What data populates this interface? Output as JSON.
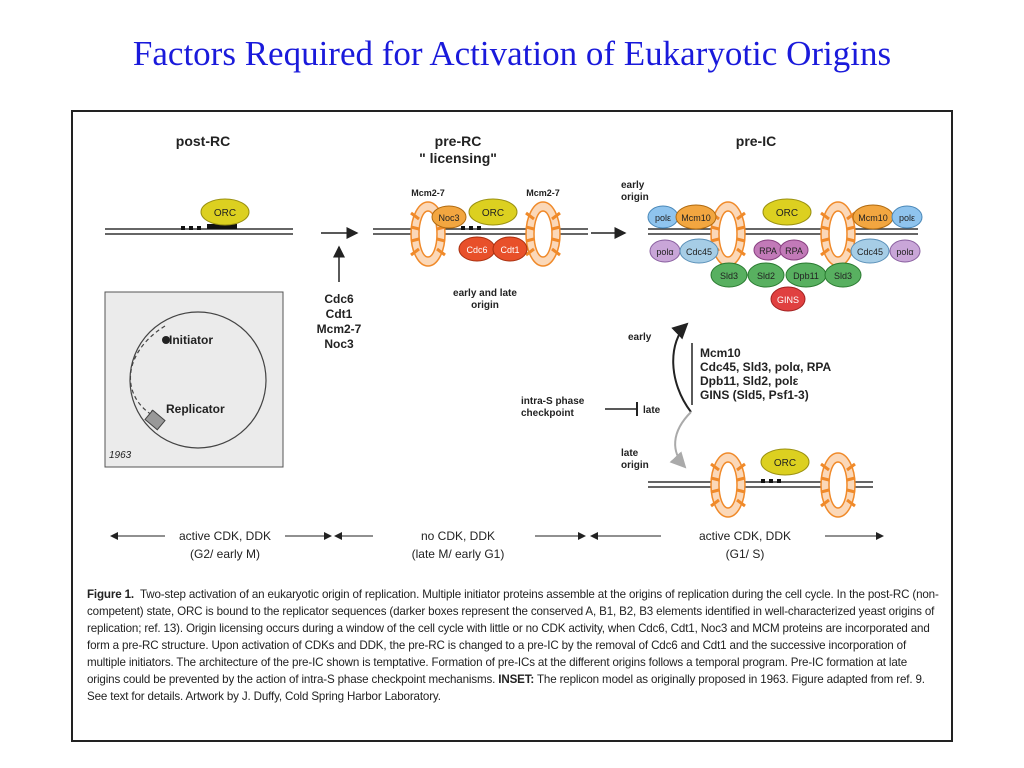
{
  "slide_title": "Factors Required for Activation of Eukaryotic Origins",
  "stages": {
    "post_rc": "post-RC",
    "pre_rc": "pre-RC",
    "pre_rc_sub": "\" licensing\"",
    "pre_ic": "pre-IC"
  },
  "proteins": {
    "orc": "ORC",
    "mcm27": "Mcm2-7",
    "noc3": "Noc3",
    "cdc6": "Cdc6",
    "cdt1": "Cdt1",
    "pole": "polε",
    "mcm10": "Mcm10",
    "pola": "polα",
    "cdc45": "Cdc45",
    "rpa": "RPA",
    "sld3": "Sld3",
    "sld2": "Sld2",
    "dpb11": "Dpb11",
    "gins": "GINS"
  },
  "licensing_factors": [
    "Cdc6",
    "Cdt1",
    "Mcm2-7",
    "Noc3"
  ],
  "labels": {
    "early_late_origin_1": "early and late",
    "early_late_origin_2": "origin",
    "early_origin_1": "early",
    "early_origin_2": "origin",
    "late_origin_1": "late",
    "late_origin_2": "origin",
    "early": "early",
    "late": "late",
    "checkpoint_1": "intra-S phase",
    "checkpoint_2": "checkpoint"
  },
  "initiator_list": [
    "Mcm10",
    "Cdc45, Sld3, polα, RPA",
    "Dpb11, Sld2, polε",
    "GINS (Sld5, Psf1-3)"
  ],
  "inset": {
    "initiator": "Initiator",
    "replicator": "Replicator",
    "year": "1963"
  },
  "phases": [
    {
      "kinase": "active CDK, DDK",
      "period": "(G2/ early M)"
    },
    {
      "kinase": "no CDK, DDK",
      "period": "(late M/ early G1)"
    },
    {
      "kinase": "active CDK, DDK",
      "period": "(G1/ S)"
    }
  ],
  "caption": {
    "label": "Figure 1.",
    "text": "Two-step activation of an eukaryotic origin of replication. Multiple initiator proteins assemble at the origins of replication during the cell cycle. In the post-RC (non-competent) state, ORC is bound to the replicator sequences (darker boxes represent the conserved A, B1, B2, B3 elements identified in well-characterized yeast origins of replication; ref. 13). Origin licensing occurs during a window of the cell cycle with little or no CDK activity, when Cdc6, Cdt1, Noc3 and MCM proteins are incorporated and form a pre-RC structure. Upon activation of CDKs and DDK, the pre-RC is changed to a pre-IC by the removal of Cdc6 and Cdt1 and the successive incorporation of multiple initiators. The architecture of the pre-IC shown is temptative. Formation of pre-ICs at the different origins follows a temporal program. Pre-IC formation at late origins could be prevented by the action of intra-S phase checkpoint mechanisms.",
    "inset_label": "INSET:",
    "inset_text": "The replicon model as originally proposed in 1963. Figure adapted from ref. 9. See text for details. Artwork by J. Duffy, Cold Spring Harbor Laboratory."
  },
  "colors": {
    "title": "#1a1adb",
    "orc": "#dcd020",
    "mcm_ring": "#f08a2a",
    "red_factor": "#e8502a",
    "pole": "#8fc4ee",
    "mcm10": "#f2a640",
    "pola": "#c9a6d8",
    "cdc45": "#a6cde6",
    "rpa": "#c27ab8",
    "sld_green": "#58b060",
    "gins": "#e04040"
  }
}
